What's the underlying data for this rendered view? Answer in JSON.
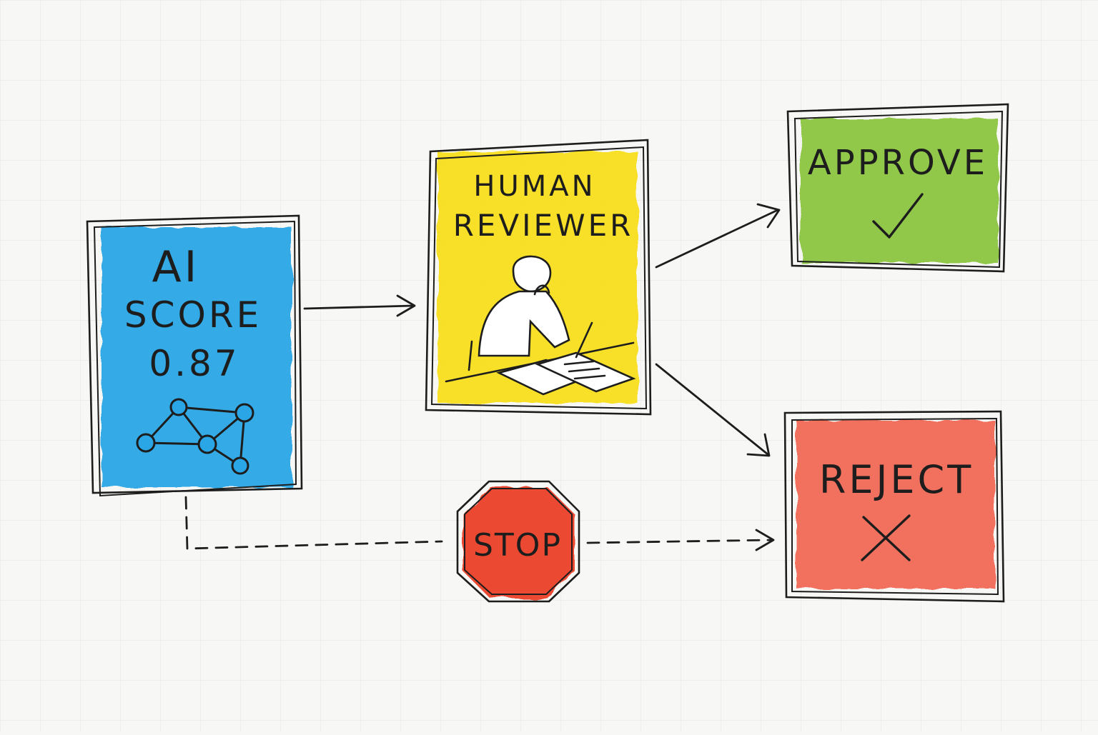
{
  "colors": {
    "ai_box": "#2aa6e6",
    "reviewer_box": "#f7df1e",
    "approve_box": "#8cc63f",
    "reject_box": "#f26b57",
    "stop_sign": "#ec4a33",
    "ink": "#1d1d1d",
    "grid": "#e7e7e3"
  },
  "ai_box": {
    "line1": "AI",
    "line2": "SCORE",
    "score": "0.87",
    "icon": "network-graph-icon"
  },
  "reviewer_box": {
    "line1": "HUMAN",
    "line2": "REVIEWER",
    "icon": "person-at-desk-icon"
  },
  "approve_box": {
    "label": "APPROVE",
    "icon": "checkmark-icon"
  },
  "reject_box": {
    "label": "REJECT",
    "icon": "cross-icon"
  },
  "stop_sign": {
    "label": "STOP",
    "icon": "stop-sign-icon"
  }
}
